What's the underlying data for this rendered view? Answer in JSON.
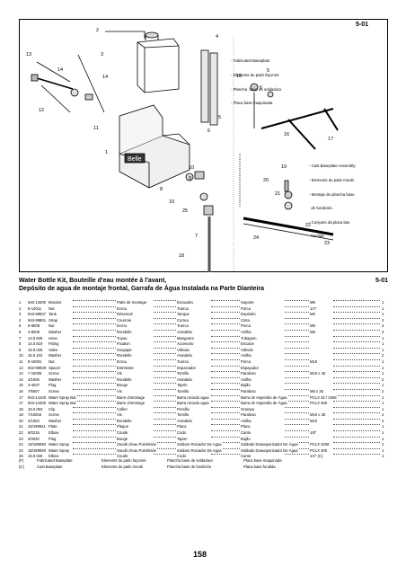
{
  "page": {
    "section_code": "5-01",
    "page_number": "158"
  },
  "diagram": {
    "callouts": [
      [
        "- Fabricated Baseplate",
        "- Elements du patin façonné",
        "- Plancha  base de soldadura",
        "- Placa base maquinada"
      ],
      [
        "- Cast Baseplate Assembly.",
        "- Elements du patin moulé.",
        "- Montaje de plancha base",
        "  de fundición.",
        "- Conjunto da placa bas",
        "  fundida."
      ]
    ],
    "refs": [
      "2",
      "3",
      "4",
      "13",
      "14",
      "14",
      "12",
      "11",
      "1",
      "5",
      "6",
      "15",
      "5",
      "16",
      "17",
      "6",
      "10",
      "9",
      "8",
      "10",
      "25",
      "7",
      "18",
      "19",
      "20",
      "21",
      "22",
      "24",
      "23"
    ]
  },
  "kit": {
    "title_line1": "Water Bottle Kit, Bouteille d'eau montée à l'avant,",
    "title_line2": "Depósito de agua de montaje frontal, Garrafa de Água Instalada na Parte Dianteira",
    "code": "5-01"
  },
  "parts": [
    [
      "1",
      "943-14000",
      "Bracket",
      "Patte de montage",
      "Escuadra",
      "Suporte",
      "M8",
      "1"
    ],
    [
      "2",
      "8-14011",
      "Nut",
      "Ecrou",
      "Tuerca",
      "Porca",
      "1/4\"",
      "1"
    ],
    [
      "3",
      "943-99937",
      "Tank",
      "Réservoir",
      "Tanque",
      "Depósito",
      "M6",
      "1"
    ],
    [
      "4",
      "943-99901",
      "Strap",
      "Courroie",
      "Correa",
      "Cinta",
      "",
      "2"
    ],
    [
      "5",
      "8-8008",
      "Nut",
      "Ecrou",
      "Tuerca",
      "Porca",
      "M8",
      "3"
    ],
    [
      "6",
      "4-8006",
      "Washer",
      "Rondelle",
      "Arandela",
      "Anilha",
      "M8",
      "3"
    ],
    [
      "7",
      "14.0.840",
      "Hose",
      "Tuyau",
      "Manguera",
      "Tubagem",
      "",
      "1"
    ],
    [
      "8",
      "14.0.619",
      "Fitting",
      "Fixation",
      "Accesorio",
      "Encaixe",
      "",
      "1"
    ],
    [
      "9",
      "15.9.025",
      "Valve",
      "Soupape",
      "Válvula",
      "Válvula",
      "",
      "1"
    ],
    [
      "10",
      "15.0.102",
      "Washer",
      "Rondelle",
      "Arandela",
      "Anilha",
      "",
      "2"
    ],
    [
      "11",
      "8-10001",
      "Nut",
      "Ecrou",
      "Tuerca",
      "Porca",
      "M10",
      "1"
    ],
    [
      "12",
      "943-99929",
      "Spacer",
      "Entretoise",
      "Espaciador",
      "Espaçador",
      "",
      "1"
    ],
    [
      "13",
      "7-10009",
      "Screw",
      "Vis",
      "Tornillo",
      "Parafuso",
      "M10 x 40",
      "1"
    ],
    [
      "14",
      "4/1005",
      "Washer",
      "Rondelle",
      "Arandela",
      "Anilha",
      "",
      "2"
    ],
    [
      "15",
      "3-4037",
      "Plug",
      "Bouge",
      "Tapón",
      "Bujão",
      "",
      "1"
    ],
    [
      "16",
      "7/6007",
      "Screw",
      "Vis",
      "Tornillo",
      "Parafuso",
      "M8 x 35",
      "2"
    ],
    [
      "17",
      "943-14100",
      "Water Spray Bar",
      "Barre d'arrosage",
      "Barra rociado agua",
      "Barra de Aspersão de Água",
      "PCLX 32 / 3208",
      "1"
    ],
    [
      "17",
      "943-14400",
      "Water Spray Bar",
      "Barre d'arrosage",
      "Barra rociado agua",
      "Barra de Aspersão de Água",
      "PCLX 400",
      "1"
    ],
    [
      "18",
      "15.0.063",
      "Clip",
      "Collier",
      "Presilla",
      "Grampo",
      "",
      "1"
    ],
    [
      "19",
      "7/10003",
      "Screw",
      "Vis",
      "Tornillo",
      "Parafuso",
      "M10 x 35",
      "2"
    ],
    [
      "20",
      "4/1003",
      "Washer",
      "Rondelle",
      "Arandela",
      "Anilha",
      "M10",
      "2"
    ],
    [
      "21",
      "15/199941",
      "Plate",
      "Plaque",
      "Placa",
      "Placa",
      "",
      "1"
    ],
    [
      "22",
      "6/0215",
      "Elbow",
      "Coude",
      "Codo",
      "Canto",
      "1/8\"",
      "1"
    ],
    [
      "23",
      "3/4040",
      "Plug",
      "Bouge",
      "Tapon",
      "Bujão",
      "",
      "1"
    ],
    [
      "24",
      "15/199938",
      "Water Spray",
      "Soudé d'eau Pulvérisée",
      "Soldaro Rociador De Agua",
      "Soldado Doavaporizador De Água",
      "PCLX 3208",
      "1"
    ],
    [
      "24",
      "15/199939",
      "Water Spray",
      "Soudé d'eau Pulvérisée",
      "Soldaro Rociador De Agua",
      "Soldado Doavaporizador De Água",
      "PCLX 400",
      "1"
    ],
    [
      "25",
      "15.9.026",
      "Elbow",
      "Coude",
      "Codo",
      "Canto",
      "1/4\" (C)",
      "1"
    ]
  ],
  "notes": [
    [
      "(F)",
      "Fabricated Baseplate",
      "Elements du patin façonné",
      "Plancha base de soldadura",
      "Placa base maquinada"
    ],
    [
      "(C)",
      "Cast Baseplate",
      "Elements du patin moulé",
      "Plancha base de fundición",
      "Placa base fundida"
    ]
  ]
}
